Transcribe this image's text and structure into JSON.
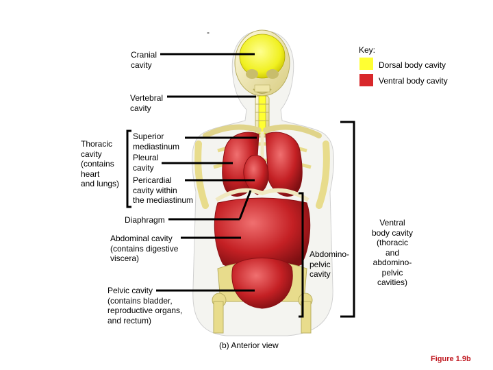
{
  "top_mark": "-",
  "key": {
    "title": "Key:",
    "items": [
      {
        "label": "Dorsal body cavity",
        "color": "#ffff33"
      },
      {
        "label": "Ventral body cavity",
        "color": "#d8282b"
      }
    ]
  },
  "labels": {
    "cranial": "Cranial\ncavity",
    "vertebral": "Vertebral\ncavity",
    "thoracic": "Thoracic\ncavity\n(contains\nheart\nand lungs)",
    "superior_mediastinum": "Superior\nmediastinum",
    "pleural": "Pleural\ncavity",
    "pericardial": "Pericardial\ncavity within\nthe mediastinum",
    "diaphragm": "Diaphragm",
    "abdominal": "Abdominal cavity\n(contains digestive\nviscera)",
    "abdominopelvic": "Abdomino-\npelvic\ncavity",
    "pelvic": "Pelvic cavity\n(contains bladder,\nreproductive organs,\nand rectum)",
    "ventral": "Ventral\nbody cavity\n(thoracic\nand\nabdomino-\npelvic\ncavities)"
  },
  "view_caption": "(b) Anterior view",
  "figure_number": "Figure 1.9b",
  "colors": {
    "skeleton": "#e8dc8c",
    "body_outline": "#e8e8e8",
    "dorsal": "#ffff33",
    "ventral": "#d8282b",
    "caption": "#c0171f"
  }
}
